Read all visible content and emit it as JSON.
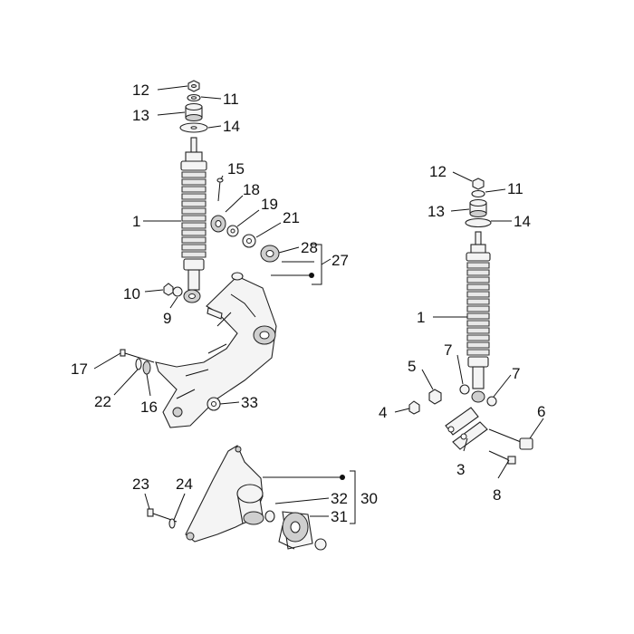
{
  "callouts": {
    "left_shock": {
      "n12": "12",
      "n11": "11",
      "n13": "13",
      "n14": "14",
      "n15": "15",
      "n1": "1",
      "n18": "18",
      "n19": "19",
      "n21": "21",
      "n28": "28",
      "n27": "27",
      "n10": "10",
      "n9": "9",
      "n17": "17",
      "n22": "22",
      "n16": "16",
      "n33": "33"
    },
    "bracket": {
      "n23": "23",
      "n24": "24",
      "n32": "32",
      "n30": "30",
      "n31": "31"
    },
    "right_shock": {
      "n12": "12",
      "n11": "11",
      "n13": "13",
      "n14": "14",
      "n1": "1",
      "n5": "5",
      "n7a": "7",
      "n7b": "7",
      "n4": "4",
      "n6": "6",
      "n3": "3",
      "n8": "8"
    }
  },
  "icons": [
    "nut-icon",
    "washer-icon",
    "bushing-icon",
    "shock-absorber-icon",
    "bolt-icon",
    "swingarm-icon",
    "bracket-icon",
    "silent-block-icon"
  ]
}
